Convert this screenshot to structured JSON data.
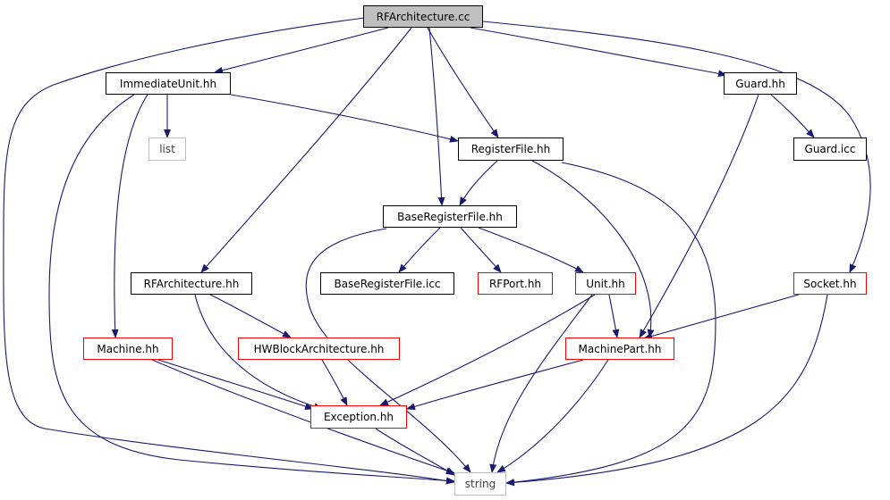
{
  "diagram": {
    "colors": {
      "edge": "#191970",
      "root_fill": "#bfbfbf",
      "normal_border": "#000000",
      "incomplete_border": "#ff0000",
      "external_border": "#bfbfbf"
    },
    "nodes": [
      {
        "id": "rfarch_cc",
        "label": "RFArchitecture.cc",
        "style": "root"
      },
      {
        "id": "immediateunit",
        "label": "ImmediateUnit.hh",
        "style": "normal"
      },
      {
        "id": "guard",
        "label": "Guard.hh",
        "style": "normal"
      },
      {
        "id": "list",
        "label": "list",
        "style": "external"
      },
      {
        "id": "registerfile",
        "label": "RegisterFile.hh",
        "style": "normal"
      },
      {
        "id": "guard_icc",
        "label": "Guard.icc",
        "style": "normal"
      },
      {
        "id": "baseregisterfile",
        "label": "BaseRegisterFile.hh",
        "style": "normal"
      },
      {
        "id": "rfarch_hh",
        "label": "RFArchitecture.hh",
        "style": "normal"
      },
      {
        "id": "baseregisterfile_icc",
        "label": "BaseRegisterFile.icc",
        "style": "normal"
      },
      {
        "id": "rfport",
        "label": "RFPort.hh",
        "style": "incomplete"
      },
      {
        "id": "unit",
        "label": "Unit.hh",
        "style": "incomplete"
      },
      {
        "id": "socket",
        "label": "Socket.hh",
        "style": "incomplete"
      },
      {
        "id": "machine",
        "label": "Machine.hh",
        "style": "incomplete"
      },
      {
        "id": "hwblock",
        "label": "HWBlockArchitecture.hh",
        "style": "incomplete"
      },
      {
        "id": "machinepart",
        "label": "MachinePart.hh",
        "style": "incomplete"
      },
      {
        "id": "exception",
        "label": "Exception.hh",
        "style": "incomplete"
      },
      {
        "id": "string",
        "label": "string",
        "style": "external"
      }
    ],
    "edges": [
      [
        "rfarch_cc",
        "immediateunit"
      ],
      [
        "rfarch_cc",
        "guard"
      ],
      [
        "rfarch_cc",
        "registerfile"
      ],
      [
        "rfarch_cc",
        "baseregisterfile"
      ],
      [
        "rfarch_cc",
        "rfarch_hh"
      ],
      [
        "rfarch_cc",
        "socket"
      ],
      [
        "rfarch_cc",
        "string"
      ],
      [
        "immediateunit",
        "list"
      ],
      [
        "immediateunit",
        "registerfile"
      ],
      [
        "immediateunit",
        "machine"
      ],
      [
        "immediateunit",
        "string"
      ],
      [
        "guard",
        "guard_icc"
      ],
      [
        "guard",
        "machinepart"
      ],
      [
        "registerfile",
        "baseregisterfile"
      ],
      [
        "registerfile",
        "machinepart"
      ],
      [
        "registerfile",
        "string"
      ],
      [
        "baseregisterfile",
        "baseregisterfile_icc"
      ],
      [
        "baseregisterfile",
        "rfport"
      ],
      [
        "baseregisterfile",
        "unit"
      ],
      [
        "baseregisterfile",
        "string"
      ],
      [
        "rfarch_hh",
        "hwblock"
      ],
      [
        "rfarch_hh",
        "exception"
      ],
      [
        "unit",
        "machinepart"
      ],
      [
        "unit",
        "exception"
      ],
      [
        "unit",
        "string"
      ],
      [
        "socket",
        "machinepart"
      ],
      [
        "socket",
        "string"
      ],
      [
        "machine",
        "exception"
      ],
      [
        "machine",
        "string"
      ],
      [
        "hwblock",
        "exception"
      ],
      [
        "machinepart",
        "exception"
      ],
      [
        "machinepart",
        "string"
      ],
      [
        "exception",
        "string"
      ]
    ]
  }
}
